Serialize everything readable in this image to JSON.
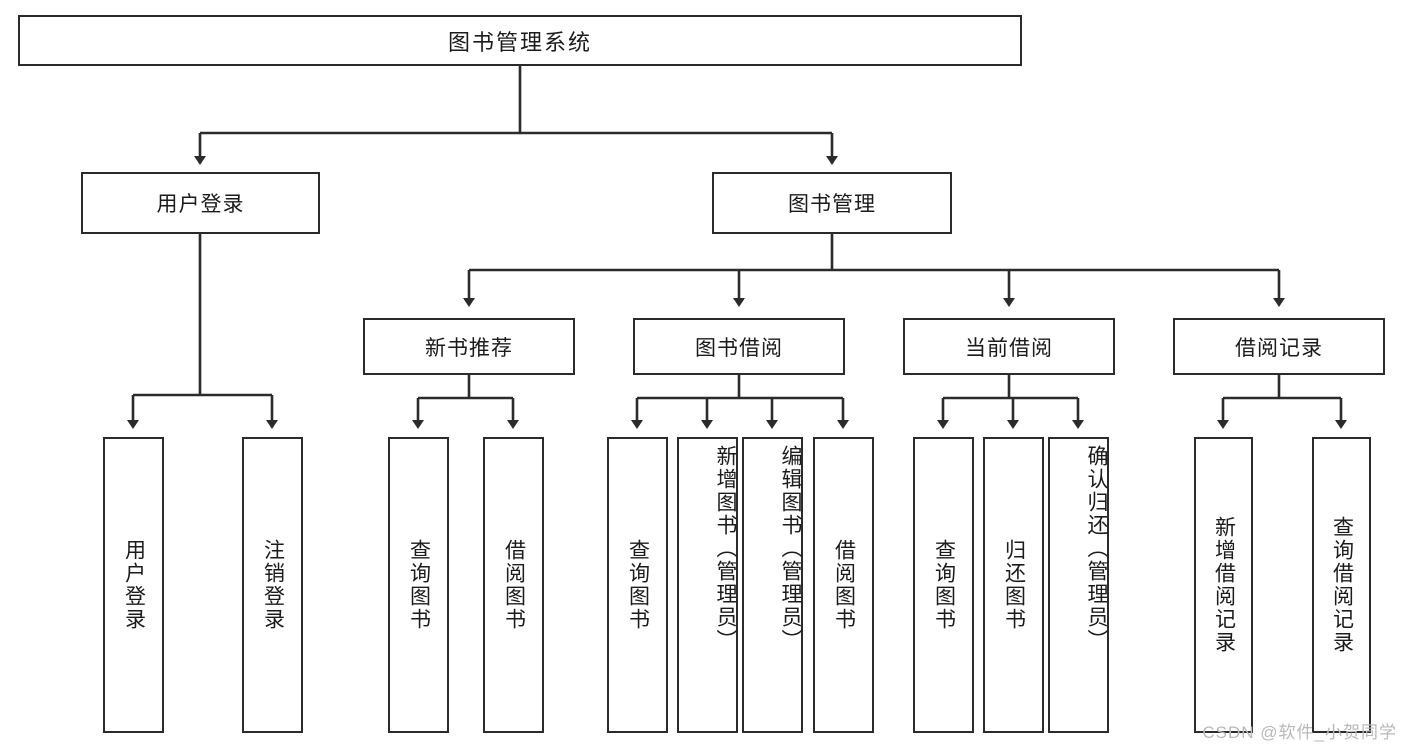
{
  "diagram": {
    "type": "tree-hierarchy-chart",
    "title": "图书管理系统",
    "line_color": "#2b2b2b",
    "box_fill": "#ffffff",
    "text_color": "#1b1b1b",
    "root": {
      "label": "图书管理系统"
    },
    "level1": [
      {
        "label": "用户登录"
      },
      {
        "label": "图书管理"
      }
    ],
    "level2": [
      {
        "label": "新书推荐"
      },
      {
        "label": "图书借阅"
      },
      {
        "label": "当前借阅"
      },
      {
        "label": "借阅记录"
      }
    ],
    "leaves": [
      {
        "label": "用户登录"
      },
      {
        "label": "注销登录"
      },
      {
        "label": "查询图书"
      },
      {
        "label": "借阅图书"
      },
      {
        "label": "查询图书"
      },
      {
        "label": "新增图书（管理员）"
      },
      {
        "label": "编辑图书（管理员）"
      },
      {
        "label": "借阅图书"
      },
      {
        "label": "查询图书"
      },
      {
        "label": "归还图书"
      },
      {
        "label": "确认归还（管理员）"
      },
      {
        "label": "新增借阅记录"
      },
      {
        "label": "查询借阅记录"
      }
    ]
  },
  "watermark": {
    "text": "CSDN @软件_小贺同学"
  }
}
